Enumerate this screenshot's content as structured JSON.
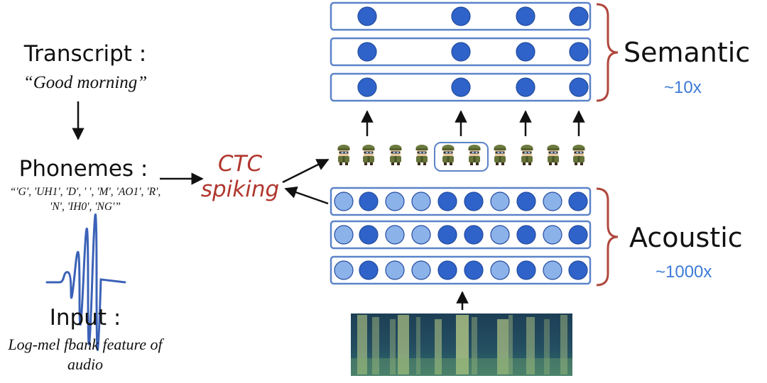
{
  "transcript": {
    "title": "Transcript :",
    "text": "“Good morning”"
  },
  "phonemes": {
    "title": "Phonemes :",
    "text": "“'G', 'UH1', 'D', ' ', 'M', 'AO1', 'R', 'N', 'IH0', 'NG'”"
  },
  "input": {
    "title": "Input :",
    "text": "Log-mel fbank feature of audio"
  },
  "ctc": {
    "line1": "CTC",
    "line2": "spiking"
  },
  "semantic": {
    "label": "Semantic",
    "ratio": "~10x"
  },
  "acoustic": {
    "label": "Acoustic",
    "ratio": "~1000x"
  },
  "colors": {
    "frame": "#5b83c9",
    "dot_dark": "#2f63c9",
    "dot_light": "#8cb2ea",
    "brace": "#b0483e",
    "ratio": "#3d7bd8",
    "ctc": "#b0372e"
  },
  "icons": {
    "token": "soldier-token-icon",
    "wave": "waveform-icon",
    "spectrogram": "spectrogram-image"
  }
}
